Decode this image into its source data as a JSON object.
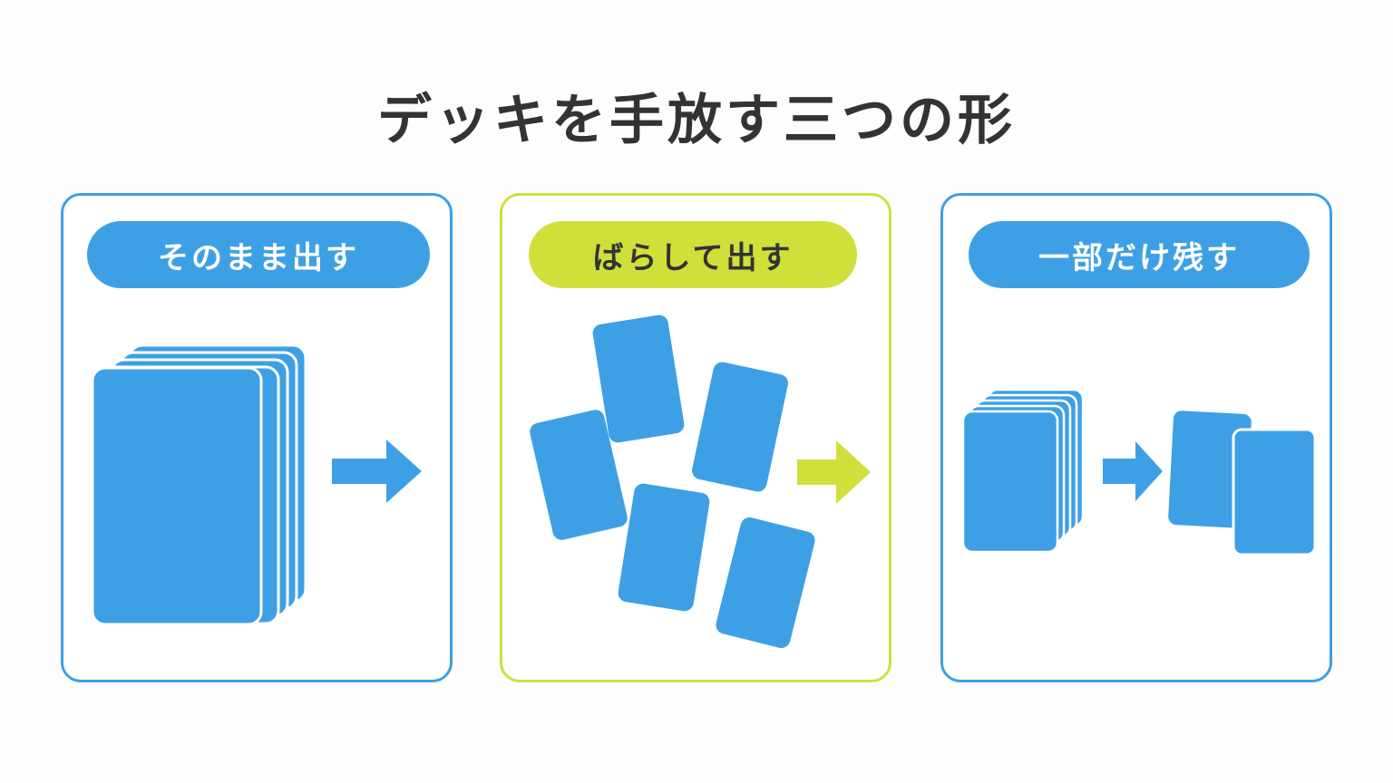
{
  "title": "デッキを手放す三つの形",
  "colors": {
    "blue": "#3ea0e4",
    "lime": "#cfe03a",
    "text": "#333333"
  },
  "panels": [
    {
      "label": "そのまま出す",
      "accent": "blue"
    },
    {
      "label": "ばらして出す",
      "accent": "lime"
    },
    {
      "label": "一部だけ残す",
      "accent": "blue"
    }
  ]
}
